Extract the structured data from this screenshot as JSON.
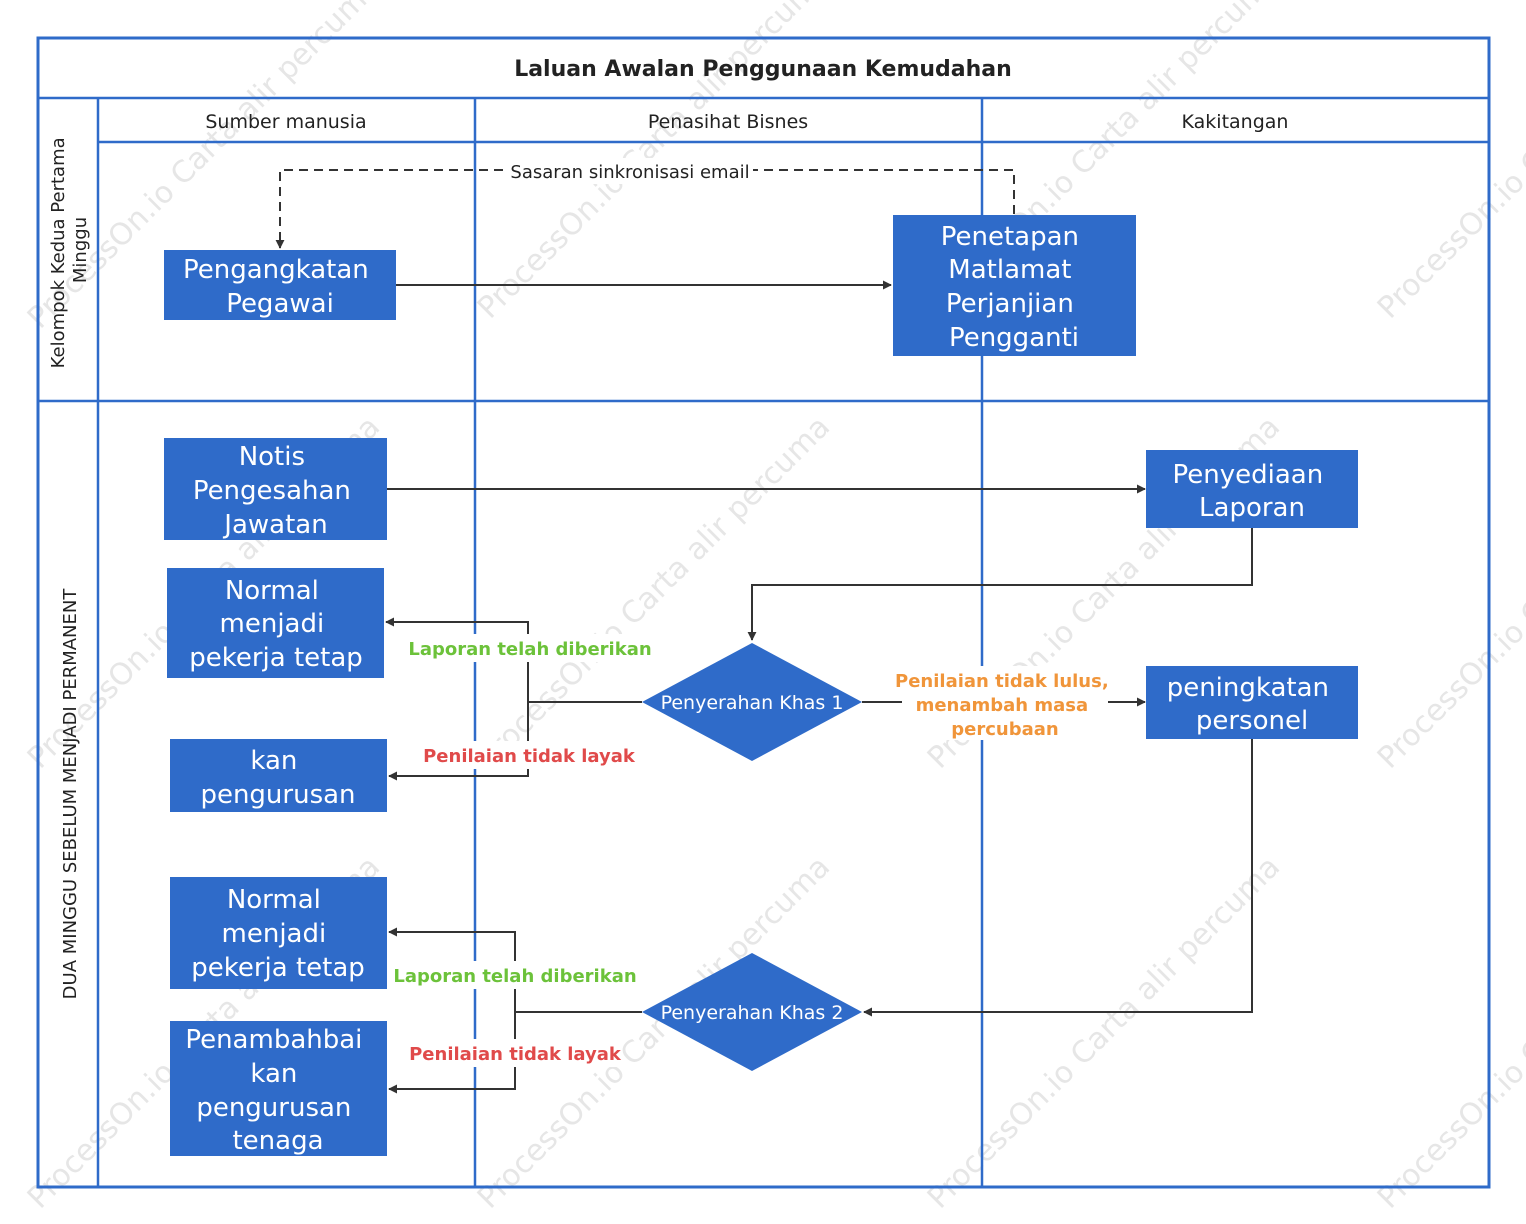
{
  "title": "Laluan Awalan Penggunaan Kemudahan",
  "columns": [
    "Sumber manusia",
    "Penasihat Bisnes",
    "Kakitangan"
  ],
  "rows": [
    "Kelompok Kedua Pertama Minggu",
    "DUA MINGGU SEBELUM MENJADI PERMANENT"
  ],
  "watermark": "ProcessOn.io Carta alir percuma",
  "colors": {
    "lane_border": "#2f6bc9",
    "node_fill": "#2f6bc9",
    "node_text": "#ffffff",
    "edge": "#333333",
    "label_green": "#6cc23a",
    "label_red": "#e04a4a",
    "label_orange": "#f0953a"
  },
  "nodes": {
    "pengangkatan": [
      "Pengangkatan",
      "Pegawai"
    ],
    "penetapan": [
      "Penetapan",
      "Matlamat",
      "Perjanjian",
      "Pengganti"
    ],
    "notis": [
      "Notis",
      "Pengesahan",
      "Jawatan"
    ],
    "penyediaan": [
      "Penyediaan",
      "Laporan"
    ],
    "normal1": [
      "Normal",
      "menjadi",
      "pekerja tetap"
    ],
    "kan": [
      "kan",
      "pengurusan"
    ],
    "khas1": "Penyerahan Khas 1",
    "peningkatan": [
      "peningkatan",
      "personel"
    ],
    "normal2": [
      "Normal",
      "menjadi",
      "pekerja tetap"
    ],
    "khas2": "Penyerahan Khas 2",
    "penambah": [
      "Penambahbai",
      "kan",
      "pengurusan",
      "tenaga"
    ]
  },
  "edge_labels": {
    "sync": "Sasaran sinkronisasi email",
    "laporan1": "Laporan telah diberikan",
    "tidak_layak1": "Penilaian tidak layak",
    "tidak_lulus": [
      "Penilaian tidak lulus,",
      "menambah masa",
      "percubaan"
    ],
    "laporan2": "Laporan telah diberikan",
    "tidak_layak2": "Penilaian tidak layak"
  }
}
